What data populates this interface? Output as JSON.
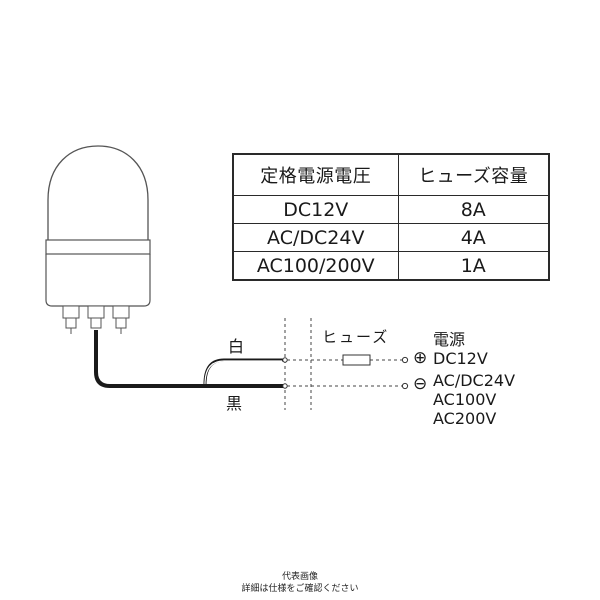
{
  "table": {
    "headers": [
      "定格電源電圧",
      "ヒューズ容量"
    ],
    "rows": [
      [
        "DC12V",
        "8A"
      ],
      [
        "AC/DC24V",
        "4A"
      ],
      [
        "AC100/200V",
        "1A"
      ]
    ]
  },
  "wiring": {
    "white_wire_label": "白",
    "black_wire_label": "黒",
    "fuse_label": "ヒューズ",
    "power_title": "電源",
    "plus_symbol": "⊕",
    "minus_symbol": "⊖",
    "power_voltages": [
      "DC12V",
      "AC/DC24V",
      "AC100V",
      "AC200V"
    ]
  },
  "caption": {
    "line1": "代表画像",
    "line2": "詳細は仕様をご確認ください"
  },
  "colors": {
    "line": "#2a2a2a",
    "lamp_outline": "#555555",
    "wire_black": "#1a1a1a"
  }
}
